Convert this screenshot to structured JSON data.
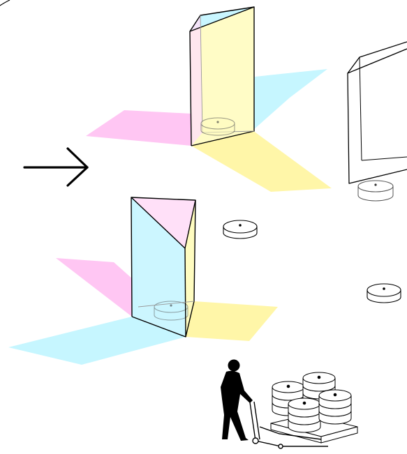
{
  "diagram": {
    "elements": [
      {
        "name": "triangular-prism-top",
        "fill_colors": [
          "#fffcc0",
          "#c9f6ff",
          "#ffe0f8"
        ]
      },
      {
        "name": "triangular-prism-outline",
        "fill_colors": [
          "#ffffff"
        ]
      },
      {
        "name": "triangular-prism-bottom",
        "fill_colors": [
          "#c9f6ff",
          "#fffcc0",
          "#ffe0f8"
        ]
      },
      {
        "name": "tape-roll",
        "count": 3
      },
      {
        "name": "arrow-icon",
        "direction": "right"
      },
      {
        "name": "worker-with-pallet-jack",
        "stacked_rolls": 9
      }
    ],
    "colors": {
      "magenta_plane": "#ffc6f3",
      "cyan_plane": "#c6f6ff",
      "yellow_plane": "#fff6a8",
      "stroke": "#000000"
    }
  }
}
